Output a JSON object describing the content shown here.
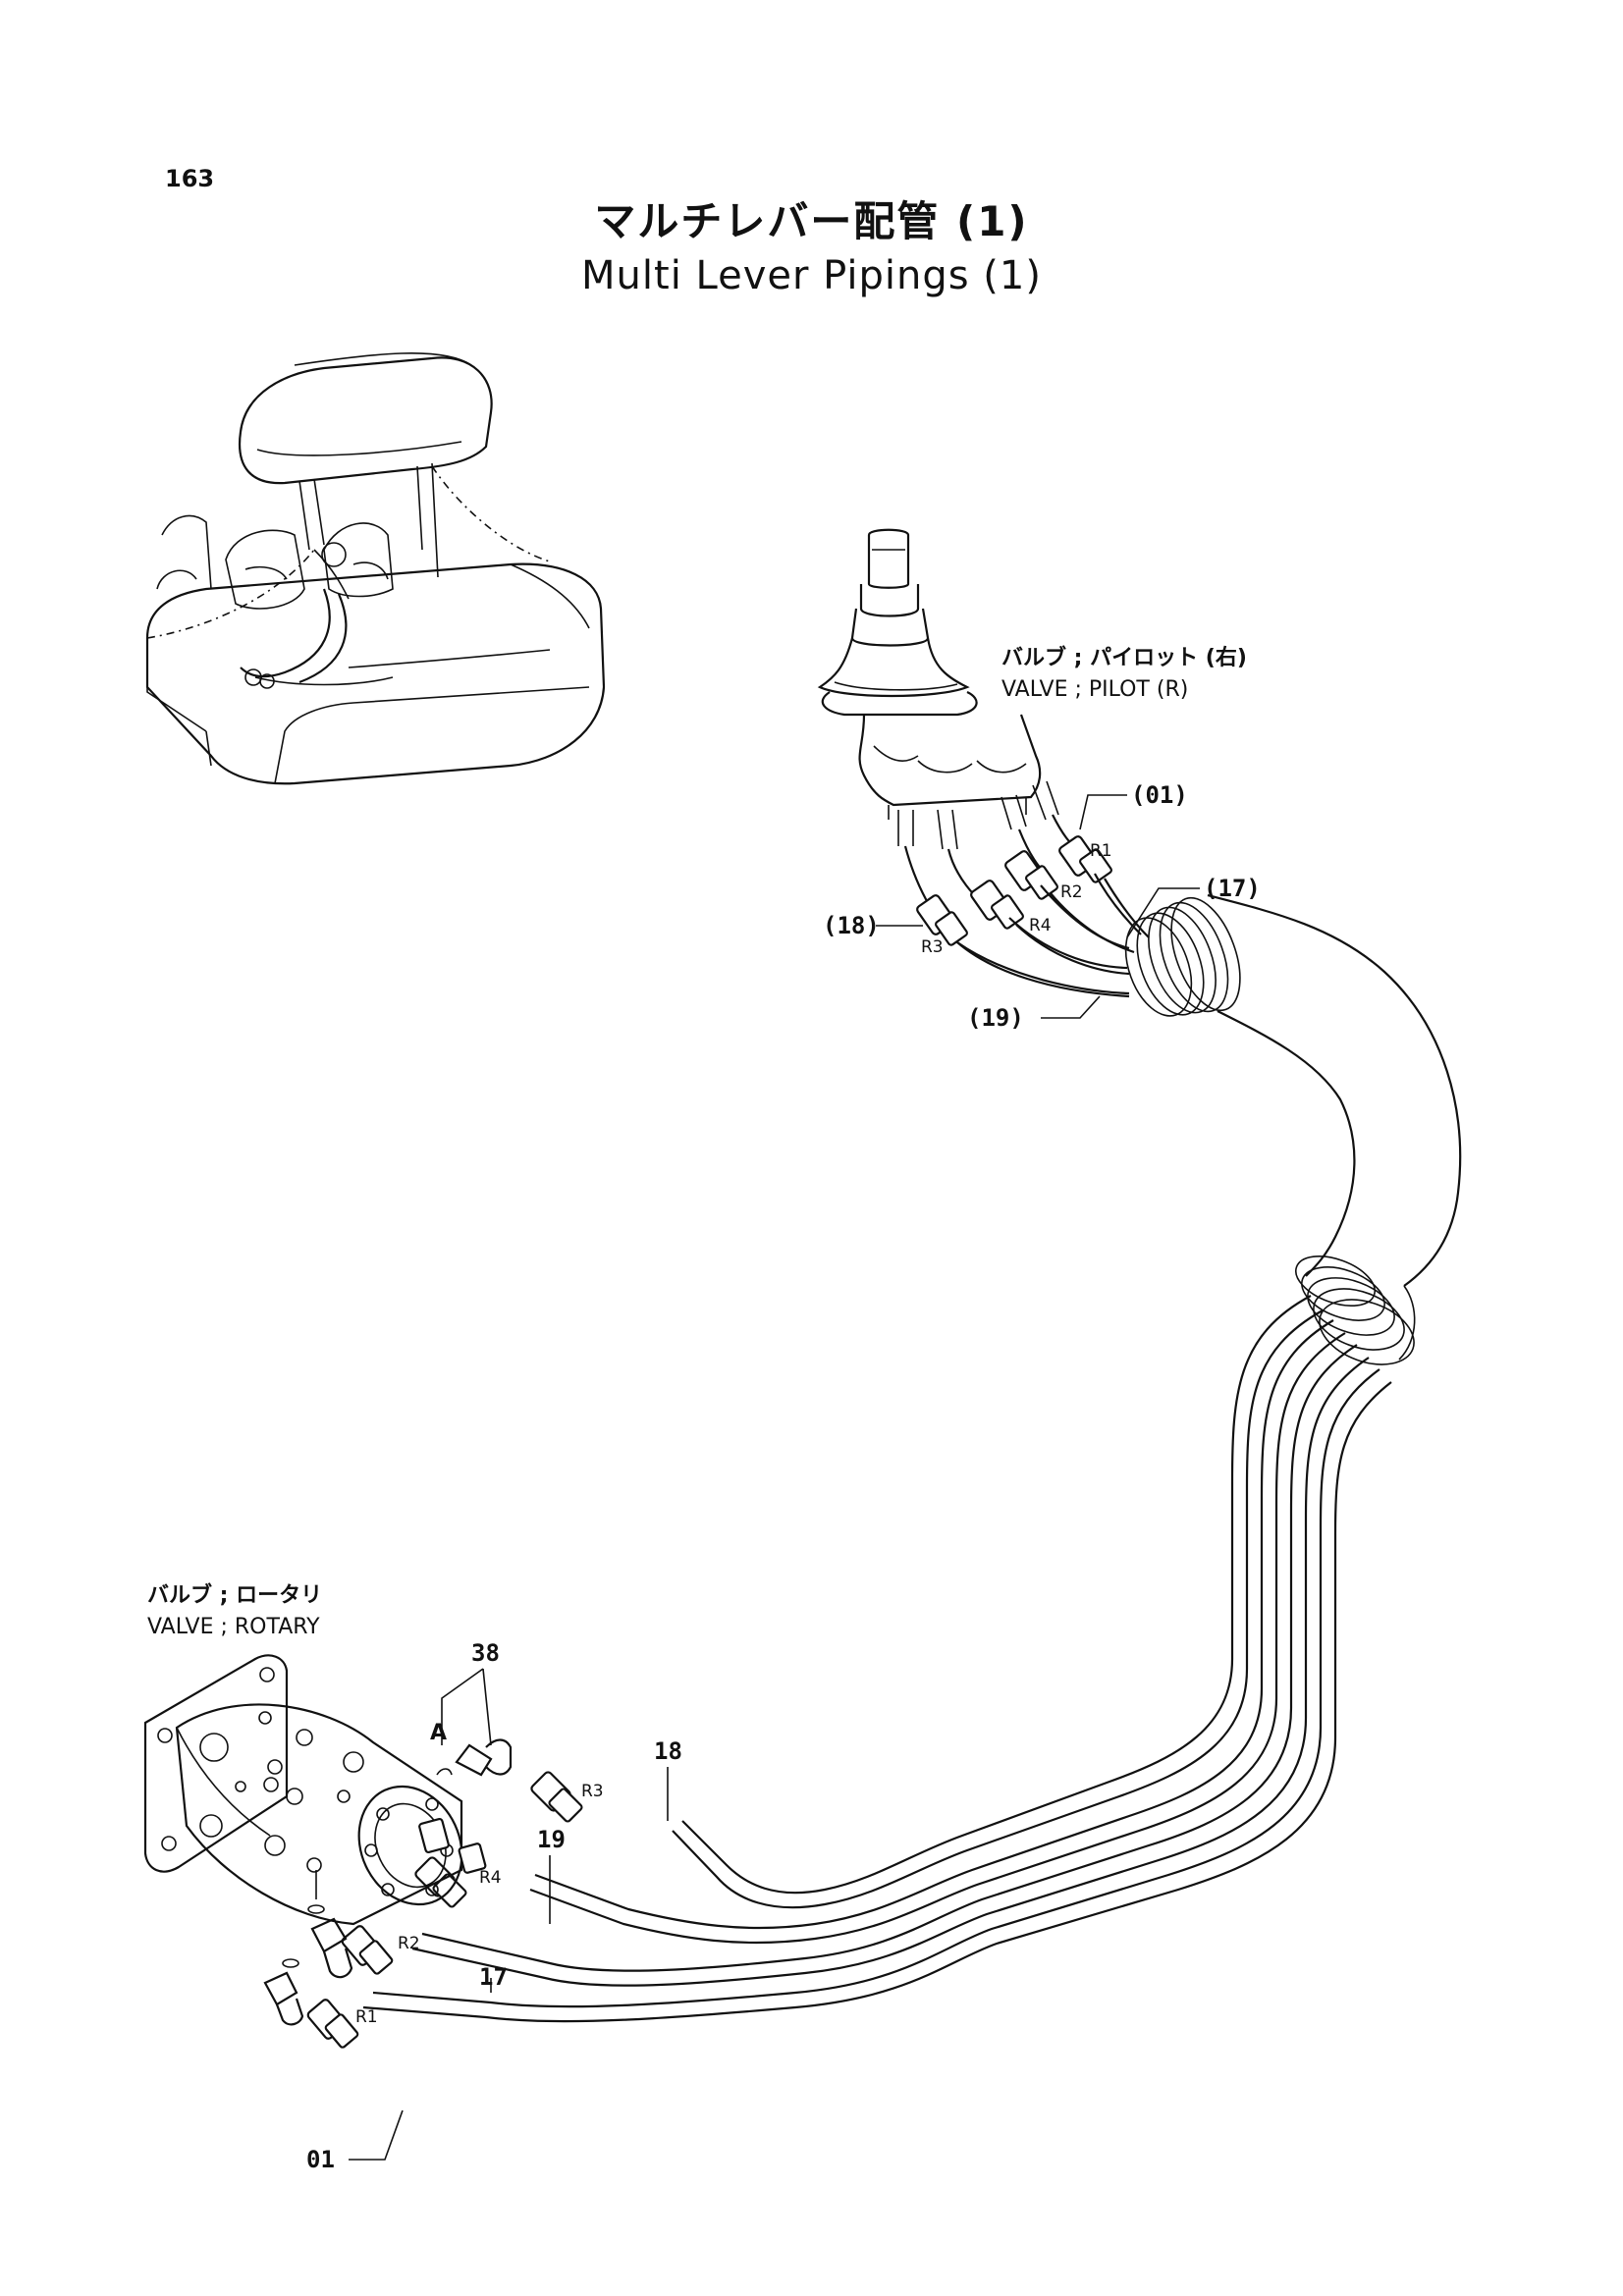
{
  "page": {
    "number": "163",
    "title_jp": "マルチレバー配管 (1)",
    "title_en": "Multi Lever Pipings (1)"
  },
  "components": {
    "pilot_valve": {
      "label_jp": "バルブ ; パイロット (右)",
      "label_en": "VALVE ; PILOT (R)"
    },
    "rotary_valve": {
      "label_jp": "バルブ ; ロータリ",
      "label_en": "VALVE ; ROTARY"
    }
  },
  "callouts": {
    "c01_top": "(01)",
    "c17_top": "(17)",
    "c18_top": "(18)",
    "c19_top": "(19)",
    "c38": "38",
    "cA": "A",
    "c18": "18",
    "c19": "19",
    "c17": "17",
    "c01": "01"
  },
  "ports": {
    "top_r1": "R1",
    "top_r2": "R2",
    "top_r4": "R4",
    "top_r3": "R3",
    "bot_r3": "R3",
    "bot_r4": "R4",
    "bot_r2": "R2",
    "bot_r1": "R1"
  }
}
